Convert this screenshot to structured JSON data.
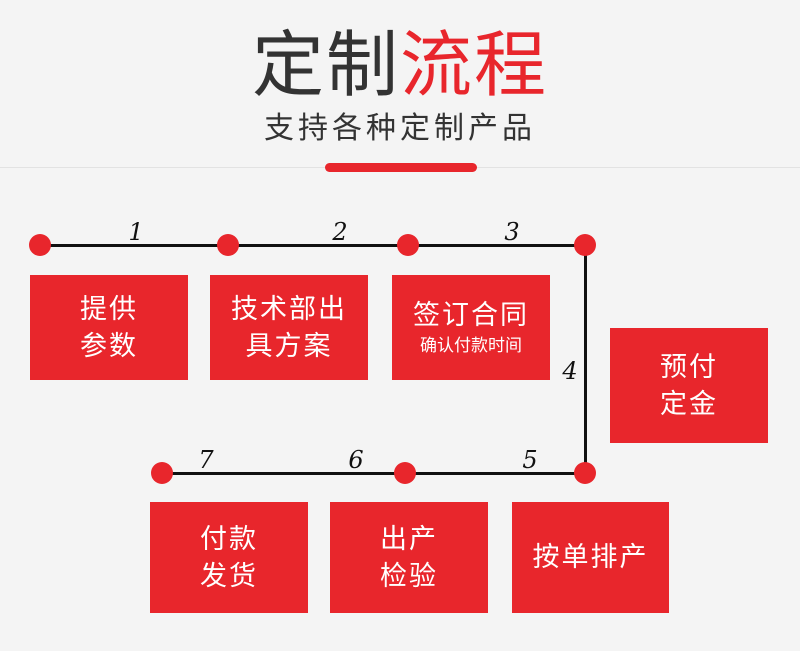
{
  "header": {
    "title_dark": "定制",
    "title_red": "流程",
    "subtitle": "支持各种定制产品",
    "accent_color": "#e8262c",
    "title_color": "#333333",
    "background_color": "#f4f4f4"
  },
  "flow": {
    "box_color": "#e8262c",
    "connector_color": "#111111",
    "dot_color": "#e8262c",
    "steps": [
      {
        "number": "1",
        "line1": "提供",
        "line2": "参数",
        "sub": ""
      },
      {
        "number": "2",
        "line1": "技术部出",
        "line2": "具方案",
        "sub": ""
      },
      {
        "number": "3",
        "line1": "签订合同",
        "line2": "",
        "sub": "确认付款时间"
      },
      {
        "number": "4",
        "line1": "预付",
        "line2": "定金",
        "sub": ""
      },
      {
        "number": "5",
        "line1": "按单排产",
        "line2": "",
        "sub": ""
      },
      {
        "number": "6",
        "line1": "出产",
        "line2": "检验",
        "sub": ""
      },
      {
        "number": "7",
        "line1": "付款",
        "line2": "发货",
        "sub": ""
      }
    ]
  }
}
